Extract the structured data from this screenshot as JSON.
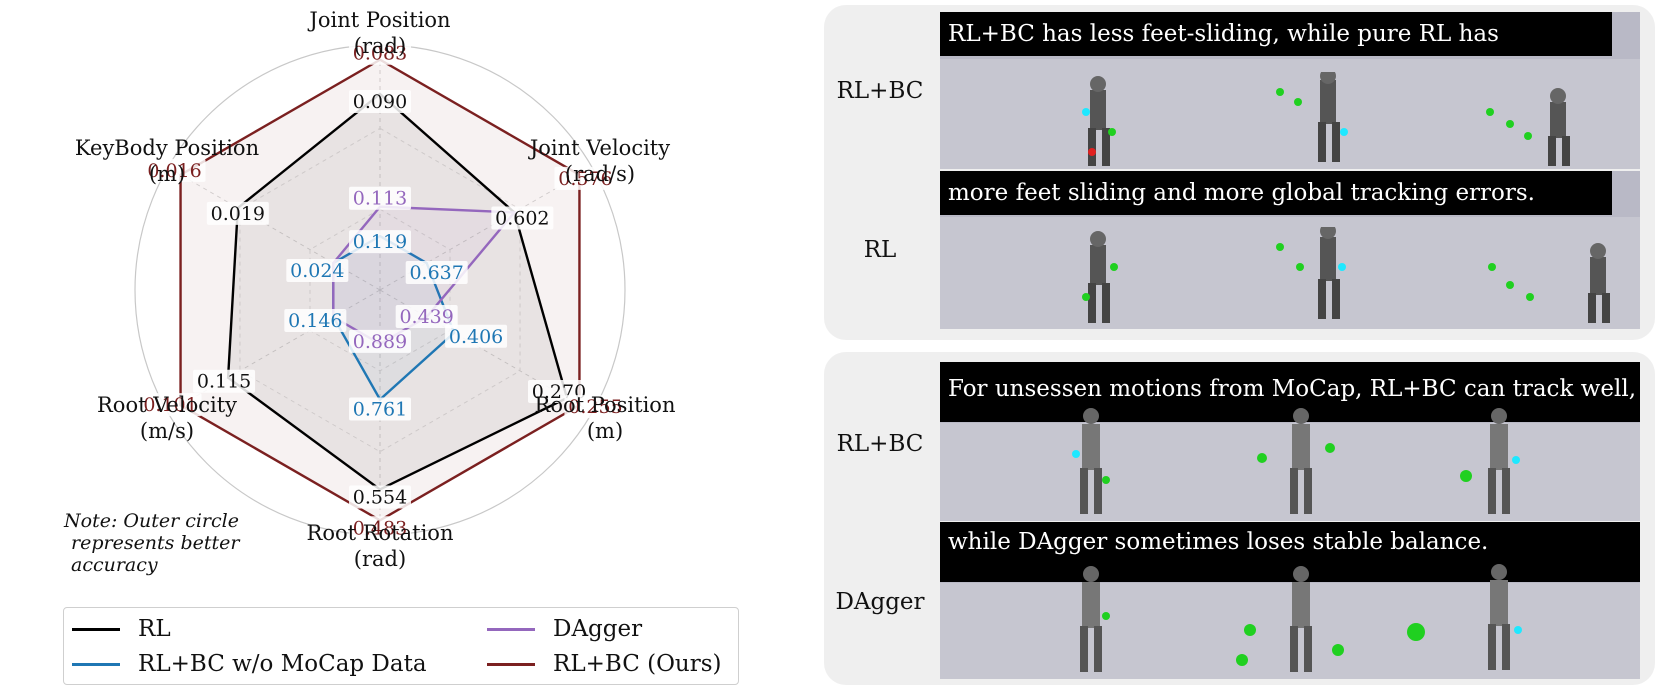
{
  "chart_data": {
    "type": "radar",
    "axes": [
      {
        "label": [
          "Joint Position",
          "(rad)"
        ]
      },
      {
        "label": [
          "Joint Velocity",
          "(rad/s)"
        ]
      },
      {
        "label": [
          "Root Position",
          "(m)"
        ]
      },
      {
        "label": [
          "Root Rotation",
          "(rad)"
        ]
      },
      {
        "label": [
          "Root Velocity",
          "(m/s)"
        ]
      },
      {
        "label": [
          "KeyBody Position",
          "(m)"
        ]
      }
    ],
    "series": [
      {
        "name": "RL",
        "color": "#000000",
        "values": [
          0.09,
          0.602,
          0.27,
          0.554,
          0.115,
          0.019
        ],
        "labels": [
          "0.090",
          "0.602",
          "0.270",
          "0.554",
          "0.115",
          "0.019"
        ]
      },
      {
        "name": "RL+BC w/o MoCap Data",
        "color": "#1f77b4",
        "values": [
          0.119,
          0.637,
          0.406,
          0.761,
          0.146,
          0.024
        ],
        "labels": [
          "0.119",
          "0.637",
          "0.406",
          "0.761",
          "0.146",
          "0.024"
        ]
      },
      {
        "name": "DAgger",
        "color": "#9467bd",
        "values": [
          0.113,
          0.602,
          0.439,
          0.889,
          0.146,
          0.024
        ],
        "labels": [
          "0.113",
          "",
          "0.439",
          "0.889",
          "",
          ""
        ]
      },
      {
        "name": "RL+BC (Ours)",
        "color": "#7b2020",
        "values": [
          0.083,
          0.576,
          0.255,
          0.483,
          0.101,
          0.016
        ],
        "labels": [
          "0.083",
          "0.576",
          "0.255",
          "0.483",
          "0.101",
          "0.016"
        ]
      }
    ],
    "note": [
      "Note: Outer circle",
      "represents better",
      "accuracy"
    ]
  },
  "panels": [
    {
      "rows": [
        {
          "label": "RL+BC",
          "banner": "RL+BC has less feet-sliding, while pure RL has"
        },
        {
          "label": "RL",
          "banner": "more feet sliding and more global tracking errors."
        }
      ]
    },
    {
      "rows": [
        {
          "label": "RL+BC",
          "banner": "For unsessen motions from MoCap, RL+BC can track well,"
        },
        {
          "label": "DAgger",
          "banner": "while DAgger sometimes loses stable balance."
        }
      ]
    }
  ]
}
